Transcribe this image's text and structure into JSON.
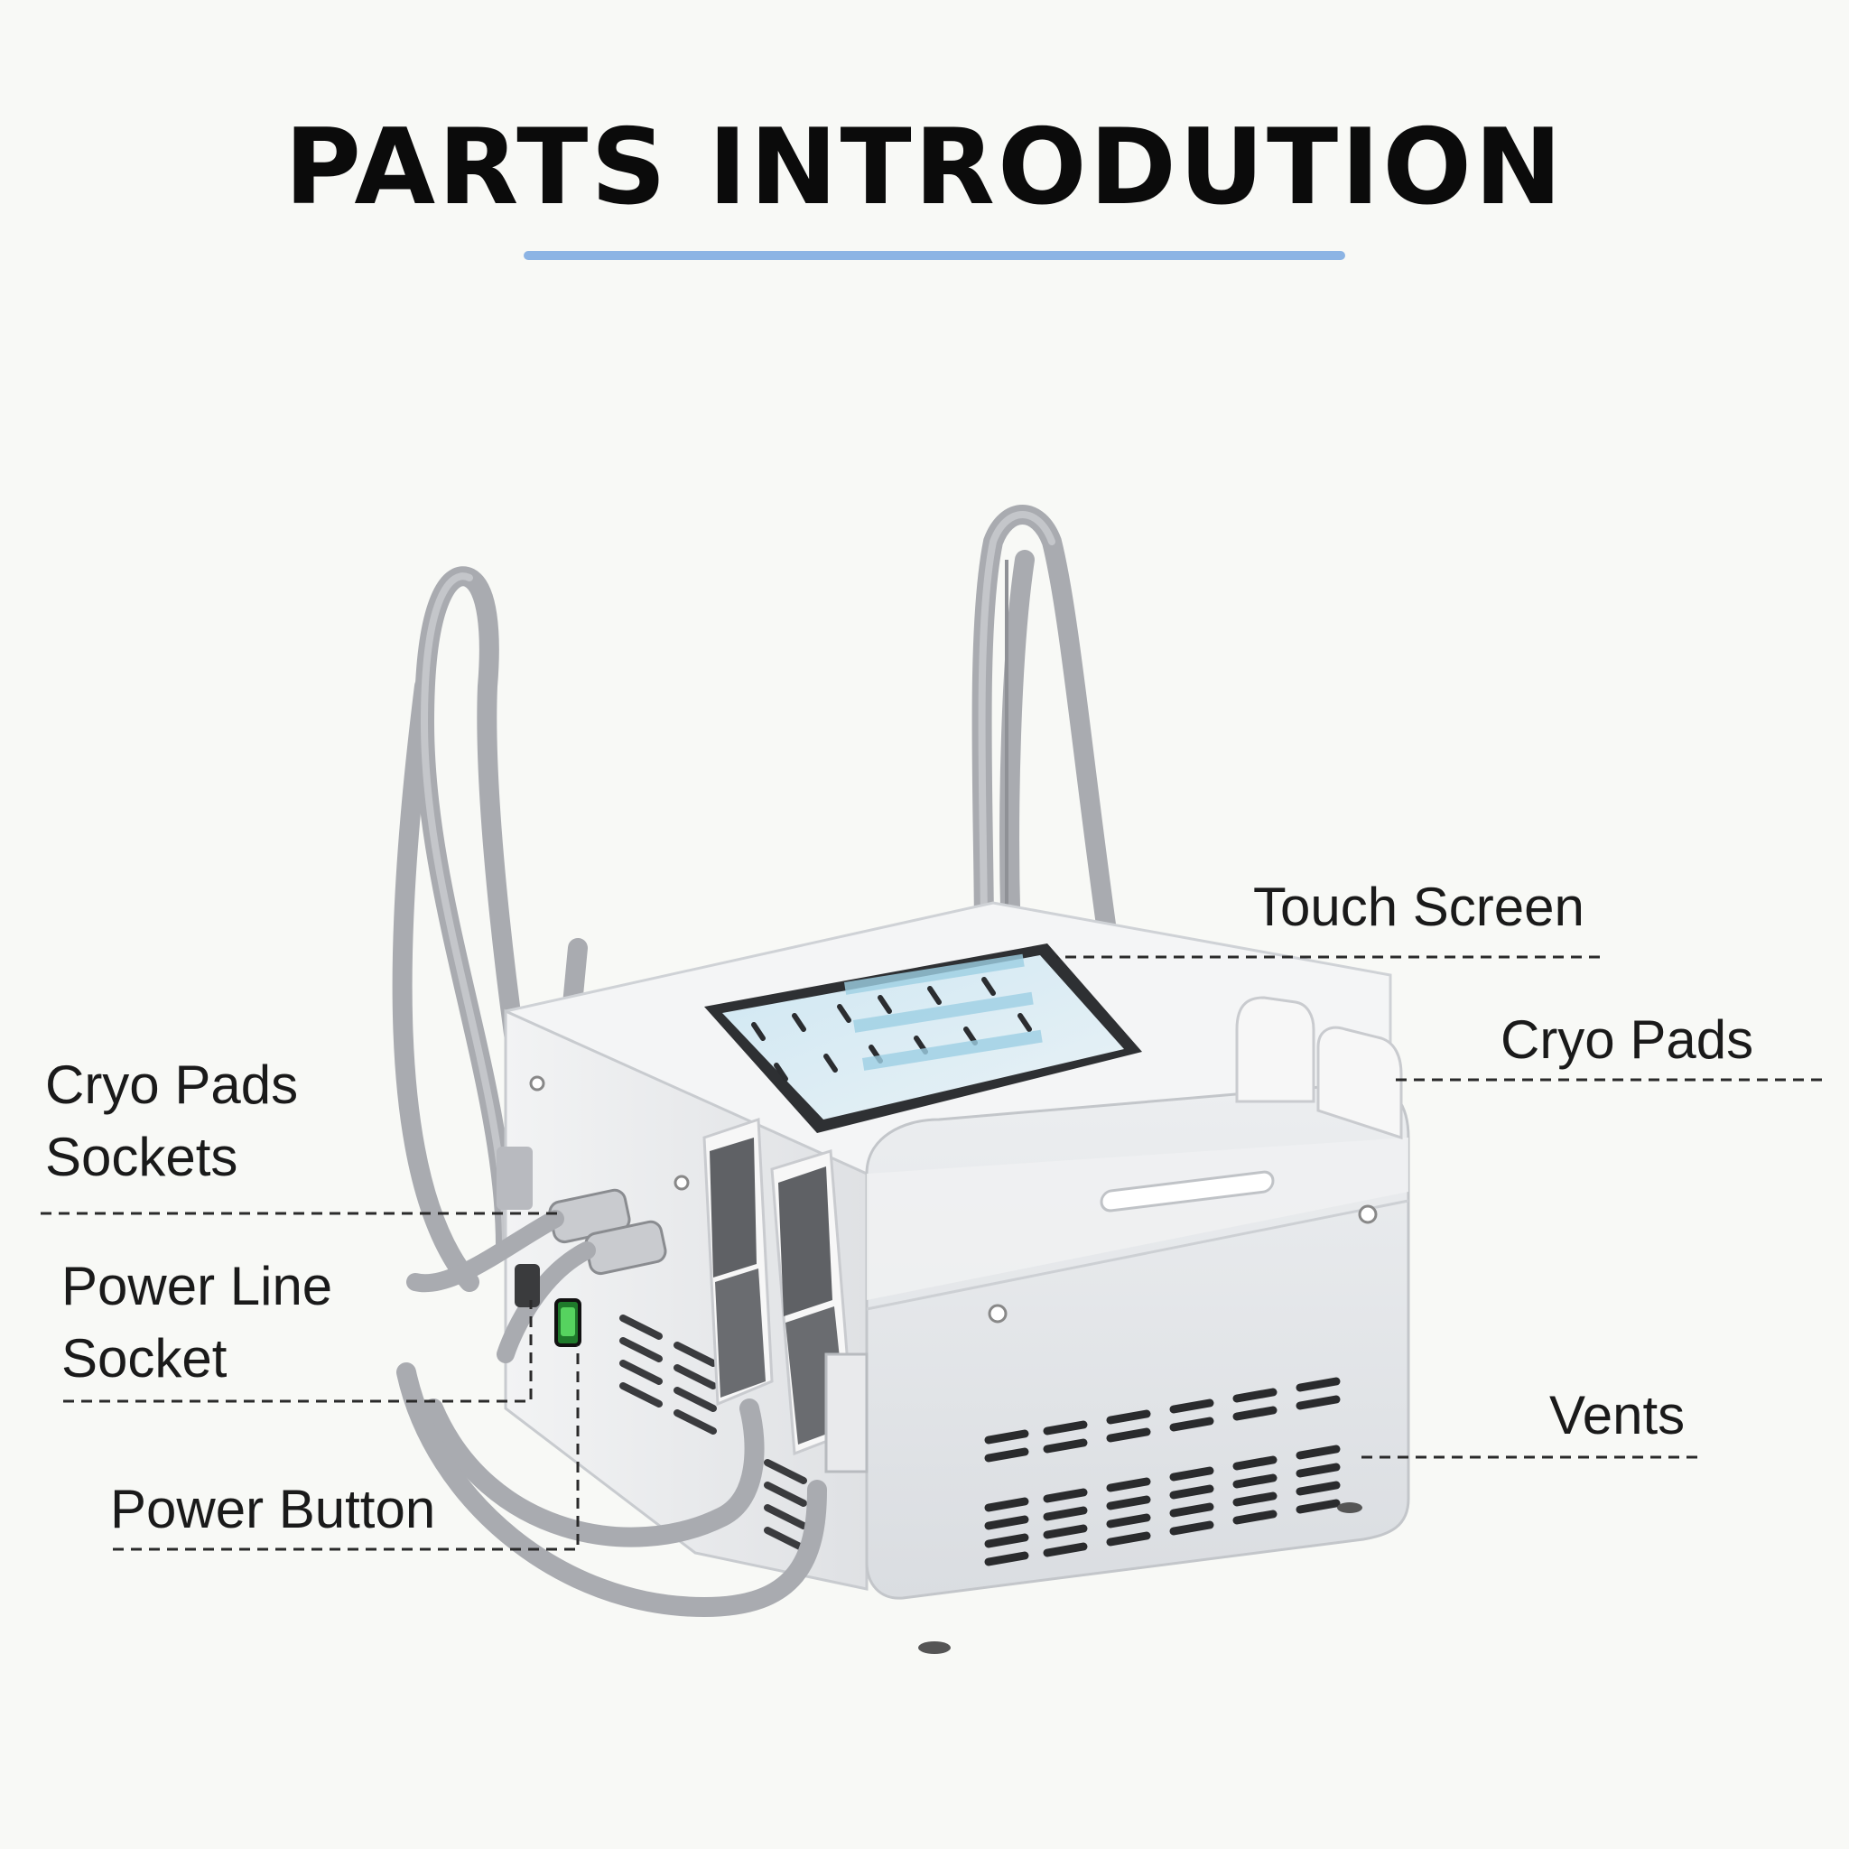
{
  "title": "PARTS INTRODUTION",
  "accent_color": "#8cb4e4",
  "labels": {
    "touch_screen": "Touch Screen",
    "cryo_pads": "Cryo Pads",
    "cryo_pads_sockets_line1": "Cryo Pads",
    "cryo_pads_sockets_line2": "Sockets",
    "power_line_socket_line1": "Power Line",
    "power_line_socket_line2": "Socket",
    "vents": "Vents",
    "power_button": "Power Button"
  }
}
